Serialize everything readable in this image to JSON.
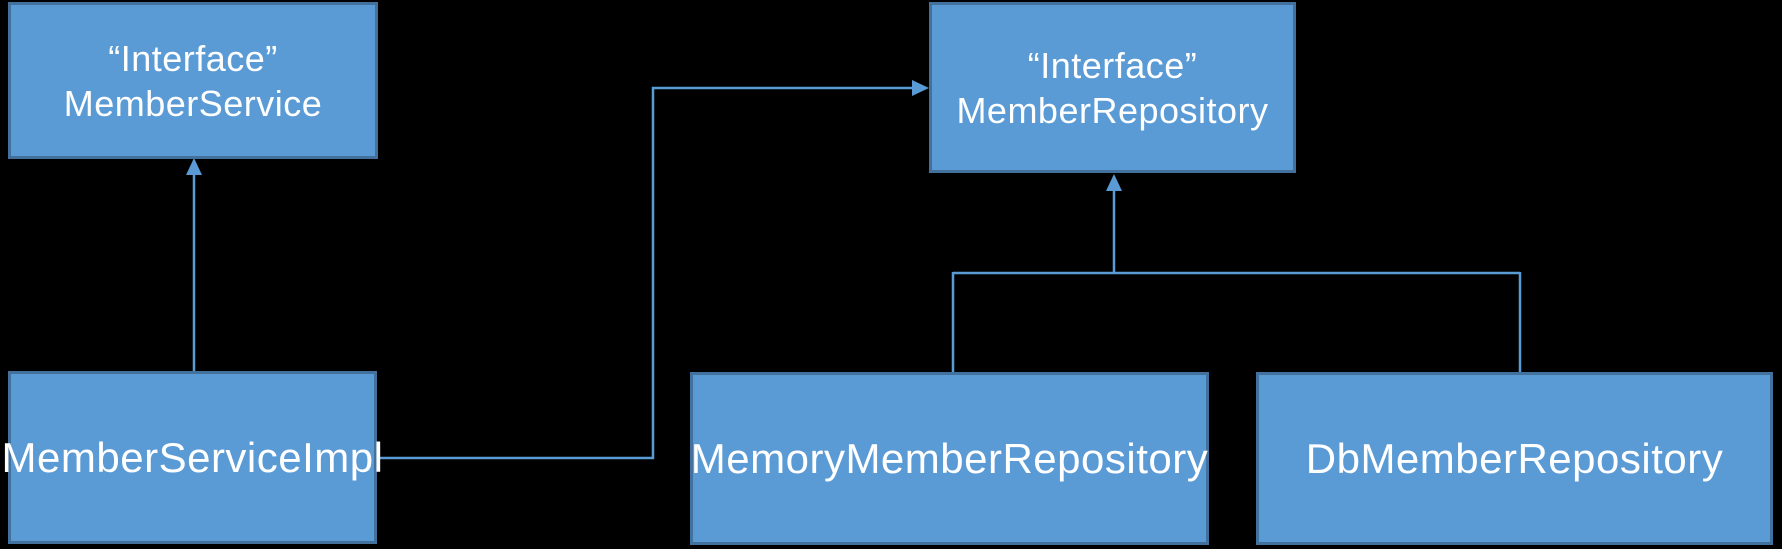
{
  "diagram": {
    "type": "uml-class-diagram",
    "nodes": {
      "member_service": {
        "stereotype": "“Interface”",
        "name": "MemberService"
      },
      "member_repository": {
        "stereotype": "“Interface”",
        "name": "MemberRepository"
      },
      "member_service_impl": {
        "name": "MemberServiceImpl"
      },
      "memory_member_repository": {
        "name": "MemoryMemberRepository"
      },
      "db_member_repository": {
        "name": "DbMemberRepository"
      }
    },
    "relations": [
      {
        "from": "MemberServiceImpl",
        "to": "MemberService",
        "style": "straight-arrow-up"
      },
      {
        "from": "MemberServiceImpl",
        "to": "MemberRepository",
        "style": "elbow-arrow-right"
      },
      {
        "from": "MemoryMemberRepository",
        "to": "MemberRepository",
        "style": "tree-branch-arrow-up"
      },
      {
        "from": "DbMemberRepository",
        "to": "MemberRepository",
        "style": "tree-branch-arrow-up"
      }
    ]
  },
  "colors": {
    "background": "#000000",
    "node_fill": "#5B9BD5",
    "node_border": "#41719C",
    "connector": "#5B9BD5",
    "text": "#FFFFFF"
  }
}
